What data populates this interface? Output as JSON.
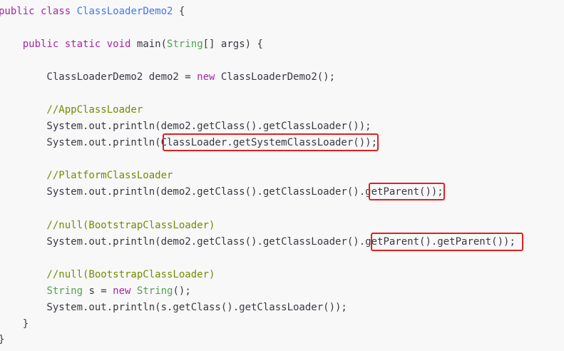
{
  "code": {
    "lines": [
      {
        "tokens": [
          {
            "t": "public",
            "k": "kw"
          },
          {
            "t": " ",
            "k": "plain"
          },
          {
            "t": "class",
            "k": "kw"
          },
          {
            "t": " ",
            "k": "plain"
          },
          {
            "t": "ClassLoaderDemo2",
            "k": "cls"
          },
          {
            "t": " {",
            "k": "plain"
          }
        ]
      },
      {
        "tokens": []
      },
      {
        "tokens": [
          {
            "t": "    ",
            "k": "plain"
          },
          {
            "t": "public",
            "k": "kw"
          },
          {
            "t": " ",
            "k": "plain"
          },
          {
            "t": "static",
            "k": "kw"
          },
          {
            "t": " ",
            "k": "plain"
          },
          {
            "t": "void",
            "k": "kw"
          },
          {
            "t": " main(",
            "k": "plain"
          },
          {
            "t": "String",
            "k": "str-type"
          },
          {
            "t": "[] args) {",
            "k": "plain"
          }
        ]
      },
      {
        "tokens": []
      },
      {
        "tokens": [
          {
            "t": "        ClassLoaderDemo2 demo2 = ",
            "k": "plain"
          },
          {
            "t": "new",
            "k": "kw"
          },
          {
            "t": " ClassLoaderDemo2();",
            "k": "plain"
          }
        ]
      },
      {
        "tokens": []
      },
      {
        "tokens": [
          {
            "t": "        //AppClassLoader",
            "k": "comment"
          }
        ]
      },
      {
        "tokens": [
          {
            "t": "        System.out.println(demo2.getClass().getClassLoader());",
            "k": "plain"
          }
        ]
      },
      {
        "tokens": [
          {
            "t": "        System.out.println(ClassLoader.getSystemClassLoader());",
            "k": "plain"
          }
        ]
      },
      {
        "tokens": []
      },
      {
        "tokens": [
          {
            "t": "        //PlatformClassLoader",
            "k": "comment"
          }
        ]
      },
      {
        "tokens": [
          {
            "t": "        System.out.println(demo2.getClass().getClassLoader().getParent());",
            "k": "plain"
          }
        ]
      },
      {
        "tokens": []
      },
      {
        "tokens": [
          {
            "t": "        //null(BootstrapClassLoader)",
            "k": "comment"
          }
        ]
      },
      {
        "tokens": [
          {
            "t": "        System.out.println(demo2.getClass().getClassLoader().getParent().getParent());",
            "k": "plain"
          }
        ]
      },
      {
        "tokens": []
      },
      {
        "tokens": [
          {
            "t": "        //null(BootstrapClassLoader)",
            "k": "comment"
          }
        ]
      },
      {
        "tokens": [
          {
            "t": "        ",
            "k": "plain"
          },
          {
            "t": "String",
            "k": "str-type"
          },
          {
            "t": " s = ",
            "k": "plain"
          },
          {
            "t": "new",
            "k": "kw"
          },
          {
            "t": " ",
            "k": "plain"
          },
          {
            "t": "String",
            "k": "str-type"
          },
          {
            "t": "();",
            "k": "plain"
          }
        ]
      },
      {
        "tokens": [
          {
            "t": "        System.out.println(s.getClass().getClassLoader());",
            "k": "plain"
          }
        ]
      },
      {
        "tokens": [
          {
            "t": "    }",
            "k": "plain"
          }
        ]
      },
      {
        "tokens": [
          {
            "t": "}",
            "k": "plain"
          }
        ]
      }
    ]
  },
  "colors": {
    "keyword": "#a626a4",
    "class_name": "#4078f2",
    "string_type": "#50a14f",
    "comment": "#718c00",
    "highlight_border": "#e02020",
    "background": "#f8f8f8"
  }
}
